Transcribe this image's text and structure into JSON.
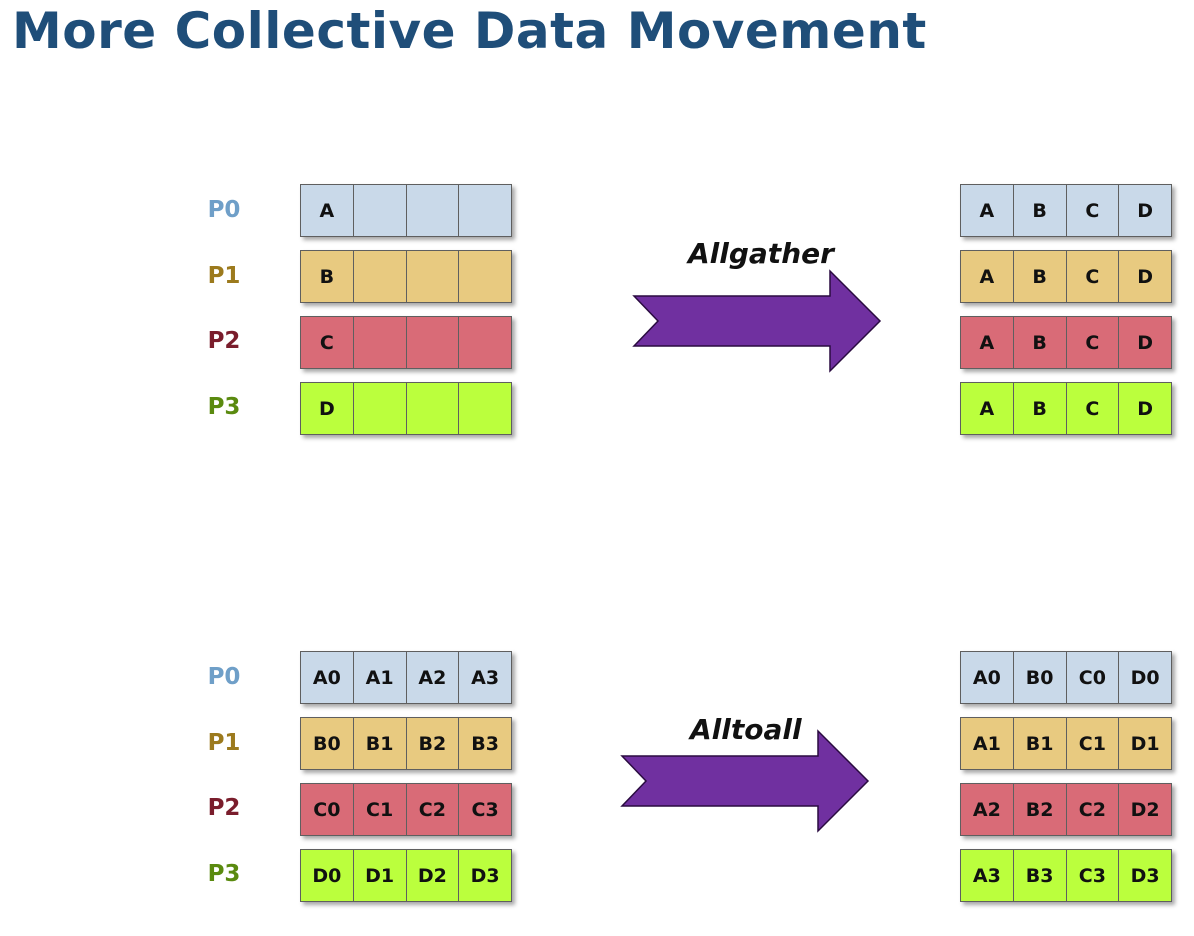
{
  "title": "More Collective Data Movement",
  "process_labels": [
    "P0",
    "P1",
    "P2",
    "P3"
  ],
  "colors": {
    "title": "#1f4e79",
    "arrow": "#7030a0",
    "p0_label": "#6f9fc8",
    "p1_label": "#9c7a1d",
    "p2_label": "#7a1d2c",
    "p3_label": "#5a8a0f",
    "p0_cell": "#c9d9e9",
    "p1_cell": "#e8ca80",
    "p2_cell": "#d96b77",
    "p3_cell": "#bbff3d"
  },
  "allgather": {
    "label": "Allgather",
    "before": [
      [
        "A",
        "",
        "",
        ""
      ],
      [
        "B",
        "",
        "",
        ""
      ],
      [
        "C",
        "",
        "",
        ""
      ],
      [
        "D",
        "",
        "",
        ""
      ]
    ],
    "after": [
      [
        "A",
        "B",
        "C",
        "D"
      ],
      [
        "A",
        "B",
        "C",
        "D"
      ],
      [
        "A",
        "B",
        "C",
        "D"
      ],
      [
        "A",
        "B",
        "C",
        "D"
      ]
    ]
  },
  "alltoall": {
    "label": "Alltoall",
    "before": [
      [
        "A0",
        "A1",
        "A2",
        "A3"
      ],
      [
        "B0",
        "B1",
        "B2",
        "B3"
      ],
      [
        "C0",
        "C1",
        "C2",
        "C3"
      ],
      [
        "D0",
        "D1",
        "D2",
        "D3"
      ]
    ],
    "after": [
      [
        "A0",
        "B0",
        "C0",
        "D0"
      ],
      [
        "A1",
        "B1",
        "C1",
        "D1"
      ],
      [
        "A2",
        "B2",
        "C2",
        "D2"
      ],
      [
        "A3",
        "B3",
        "C3",
        "D3"
      ]
    ]
  }
}
